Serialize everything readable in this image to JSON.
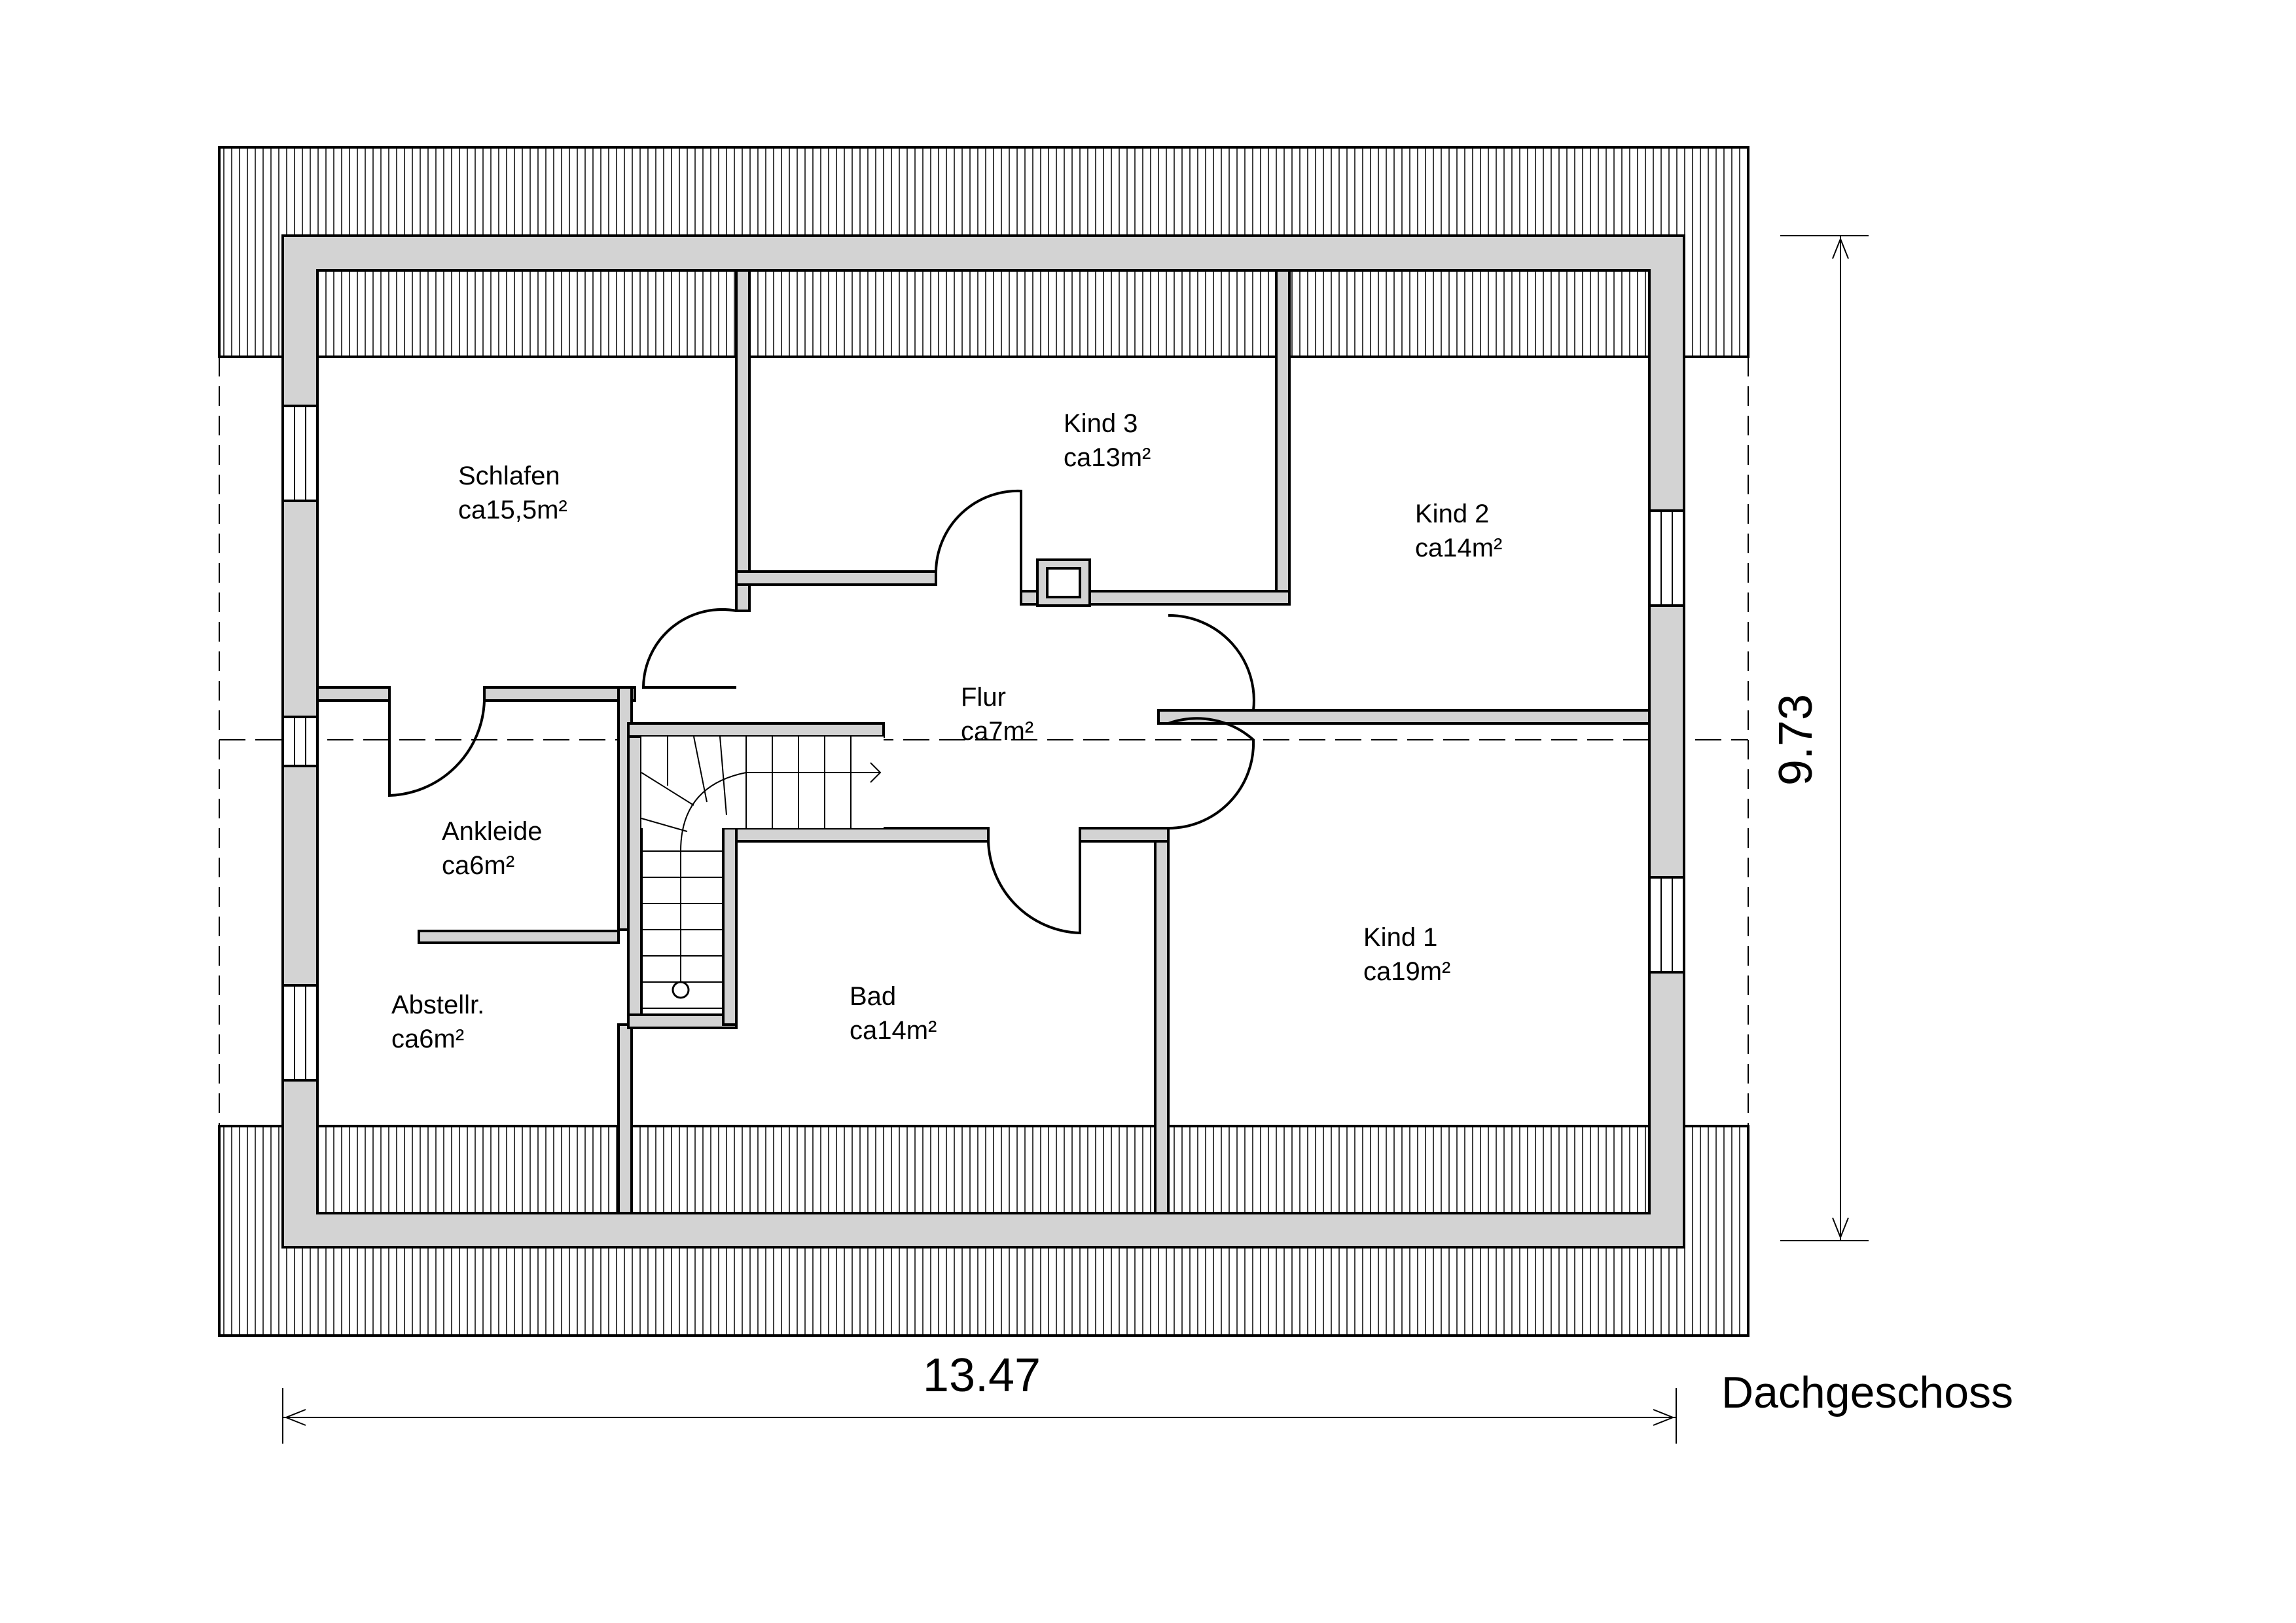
{
  "title": "Dachgeschoss",
  "dimensions": {
    "width_label": "13.47",
    "depth_label": "9.73"
  },
  "rooms": [
    {
      "name": "Schlafen",
      "area": "ca15,5m²"
    },
    {
      "name": "Kind 3",
      "area": "ca13m²"
    },
    {
      "name": "Kind 2",
      "area": "ca14m²"
    },
    {
      "name": "Flur",
      "area": "ca7m²"
    },
    {
      "name": "Ankleide",
      "area": "ca6m²"
    },
    {
      "name": "Abstellr.",
      "area": "ca6m²"
    },
    {
      "name": "Bad",
      "area": "ca14m²"
    },
    {
      "name": "Kind 1",
      "area": "ca19m²"
    }
  ],
  "colors": {
    "wall_fill": "#d3d3d3",
    "line": "#000000",
    "background": "#ffffff"
  }
}
